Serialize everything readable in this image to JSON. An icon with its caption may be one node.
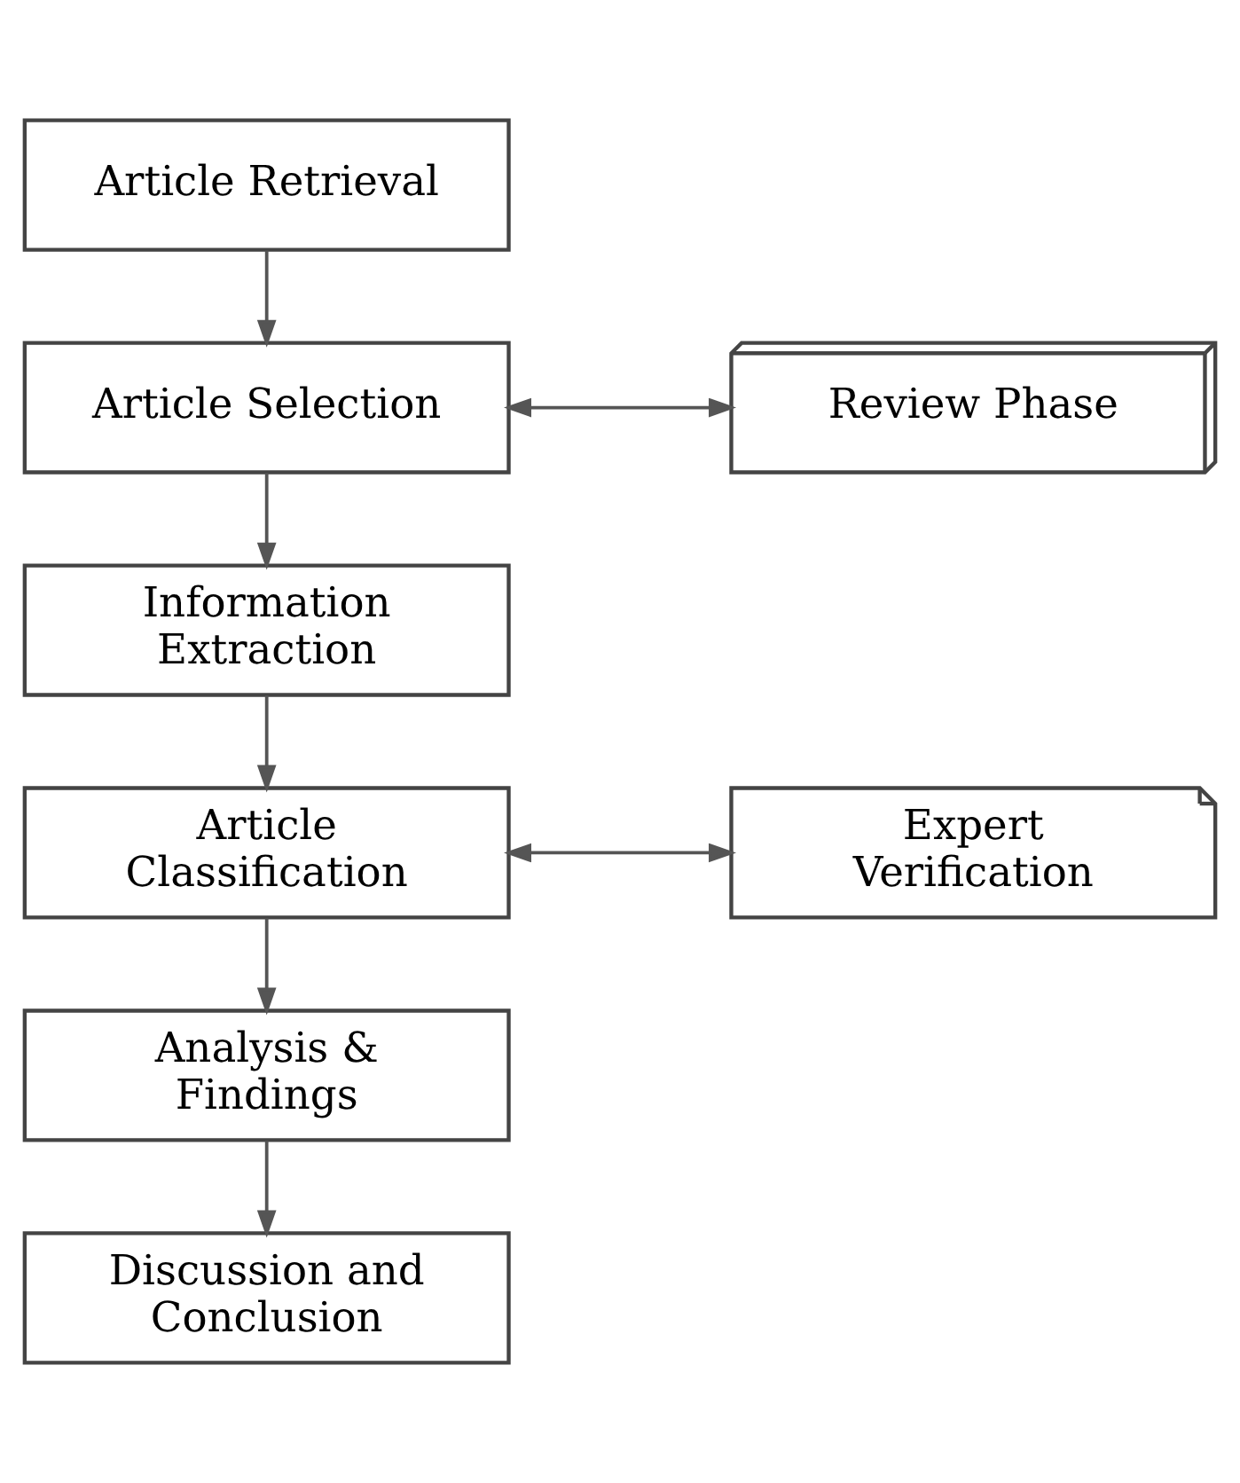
{
  "diagram": {
    "nodes": [
      {
        "text": [
          "Article Retrieval"
        ]
      },
      {
        "text": [
          "Article Selection"
        ]
      },
      {
        "text": [
          "Review Phase"
        ]
      },
      {
        "text": [
          "Information Extraction"
        ]
      },
      {
        "text": [
          "Article Classification"
        ]
      },
      {
        "text": [
          "Expert Verification"
        ]
      },
      {
        "text": [
          "Analysis & Findings"
        ]
      },
      {
        "text": [
          "Discussion and Conclusion"
        ]
      }
    ],
    "edges": [
      {
        "from": 0,
        "to": 1,
        "arrow": "to"
      },
      {
        "from": 1,
        "to": 2,
        "arrow": "both"
      },
      {
        "from": 1,
        "to": 3,
        "arrow": "to"
      },
      {
        "from": 3,
        "to": 4,
        "arrow": "to"
      },
      {
        "from": 4,
        "to": 5,
        "arrow": "both"
      },
      {
        "from": 4,
        "to": 6,
        "arrow": "to"
      },
      {
        "from": 6,
        "to": 7,
        "arrow": "to"
      }
    ]
  }
}
